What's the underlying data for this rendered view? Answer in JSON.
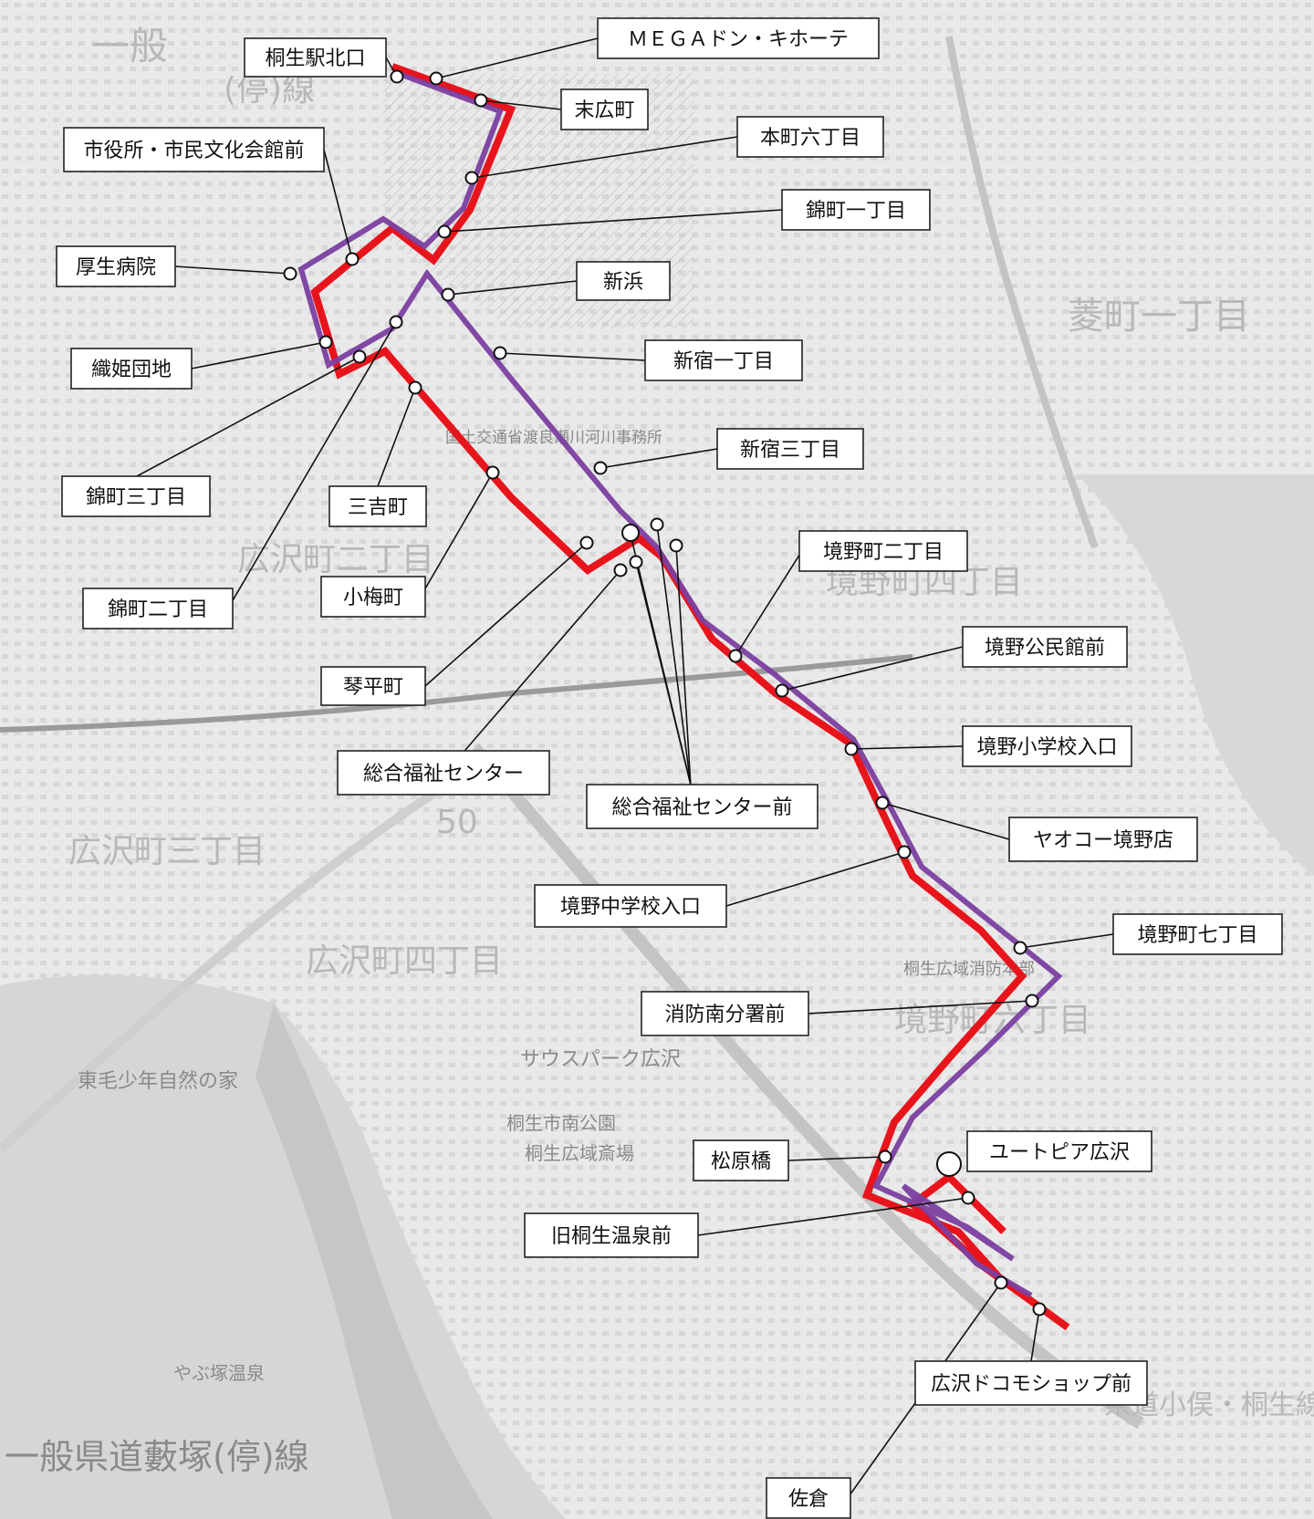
{
  "colors": {
    "route_red": "#e8141c",
    "route_purple": "#7b3fa0",
    "map_background": "#e9e9e9"
  },
  "map_labels": {
    "road_west_top": "一般",
    "road_west_top2": "(停)線",
    "road_bottom": "一般県道藪塚(停)線",
    "hishimachi": "菱町一丁目",
    "kiryu_line": "県道小俣・桐生線",
    "sakaino_yon": "境野町四丁目",
    "sakaino_roku": "境野町六丁目",
    "hirosawa_ni": "広沢町二丁目",
    "hirosawa_san": "広沢町三丁目",
    "hirosawa_yon": "広沢町四丁目",
    "tomo_nature": "東毛少年自然の家",
    "saus_park": "サウスパーク広沢",
    "minami_park": "桐生市南公園",
    "saijo": "桐生広域斎場",
    "yabuzuka": "やぶ塚温泉",
    "river_office": "国土交通省渡良瀬川河川事務所",
    "fire": "桐生広域消防本部",
    "route50": "50"
  },
  "stops": [
    {
      "label": "桐生駅北口"
    },
    {
      "label": "ＭＥＧＡドン・キホーテ"
    },
    {
      "label": "末広町"
    },
    {
      "label": "本町六丁目"
    },
    {
      "label": "市役所・市民文化会館前"
    },
    {
      "label": "錦町一丁目"
    },
    {
      "label": "厚生病院"
    },
    {
      "label": "新浜"
    },
    {
      "label": "織姫団地"
    },
    {
      "label": "新宿一丁目"
    },
    {
      "label": "錦町三丁目"
    },
    {
      "label": "三吉町"
    },
    {
      "label": "新宿三丁目"
    },
    {
      "label": "境野町二丁目"
    },
    {
      "label": "錦町二丁目"
    },
    {
      "label": "小梅町"
    },
    {
      "label": "境野公民館前"
    },
    {
      "label": "琴平町"
    },
    {
      "label": "境野小学校入口"
    },
    {
      "label": "総合福祉センター"
    },
    {
      "label": "総合福祉センター前"
    },
    {
      "label": "ヤオコー境野店"
    },
    {
      "label": "境野中学校入口"
    },
    {
      "label": "境野町七丁目"
    },
    {
      "label": "消防南分署前"
    },
    {
      "label": "ユートピア広沢"
    },
    {
      "label": "松原橋"
    },
    {
      "label": "旧桐生温泉前"
    },
    {
      "label": "佐倉"
    },
    {
      "label": "広沢ドコモショップ前"
    }
  ]
}
